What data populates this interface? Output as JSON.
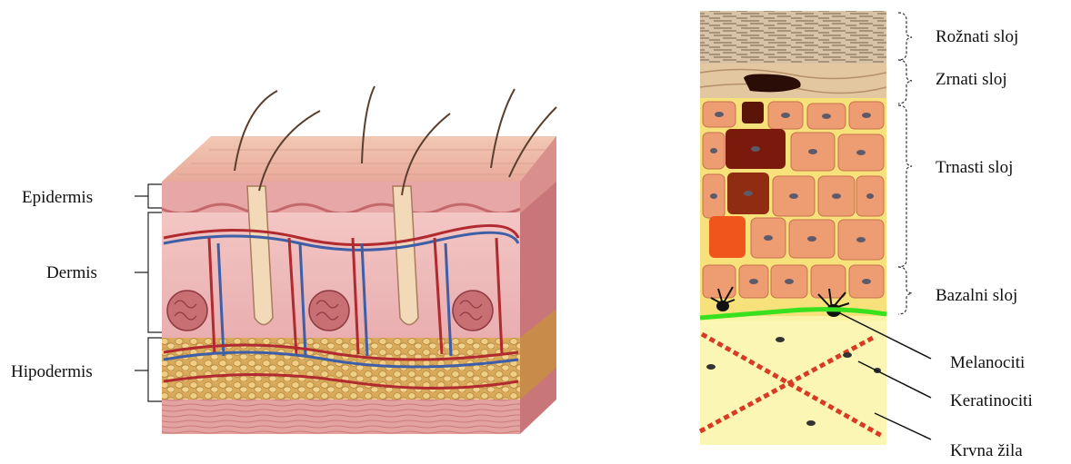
{
  "left_diagram": {
    "labels": {
      "epidermis": "Epidermis",
      "dermis": "Dermis",
      "hypodermis": "Hipodermis"
    }
  },
  "right_diagram": {
    "layer_labels": {
      "stratum_corneum": "Rožnati sloj",
      "stratum_granulosum": "Zrnati sloj",
      "stratum_spinosum": "Trnasti sloj",
      "stratum_basale": "Bazalni sloj"
    },
    "cell_labels": {
      "melanocytes": "Melanociti",
      "keratinocytes": "Keratinociti",
      "blood_vessel": "Krvna žila"
    }
  }
}
